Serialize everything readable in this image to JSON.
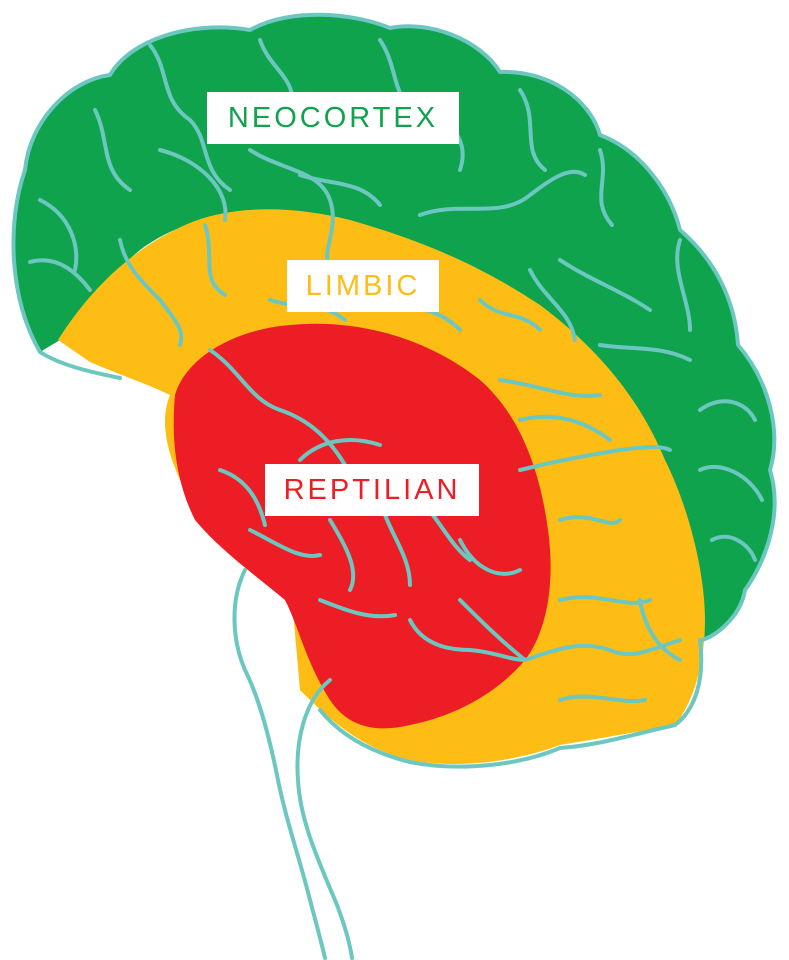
{
  "diagram": {
    "labels": {
      "neocortex": "NEOCORTEX",
      "limbic": "LIMBIC",
      "reptilian": "REPTILIAN"
    },
    "colors": {
      "neocortex": "#0ea34c",
      "limbic": "#fdbd14",
      "reptilian": "#ec1d25",
      "outline": "#6cc7c0",
      "label_background": "#ffffff"
    }
  }
}
